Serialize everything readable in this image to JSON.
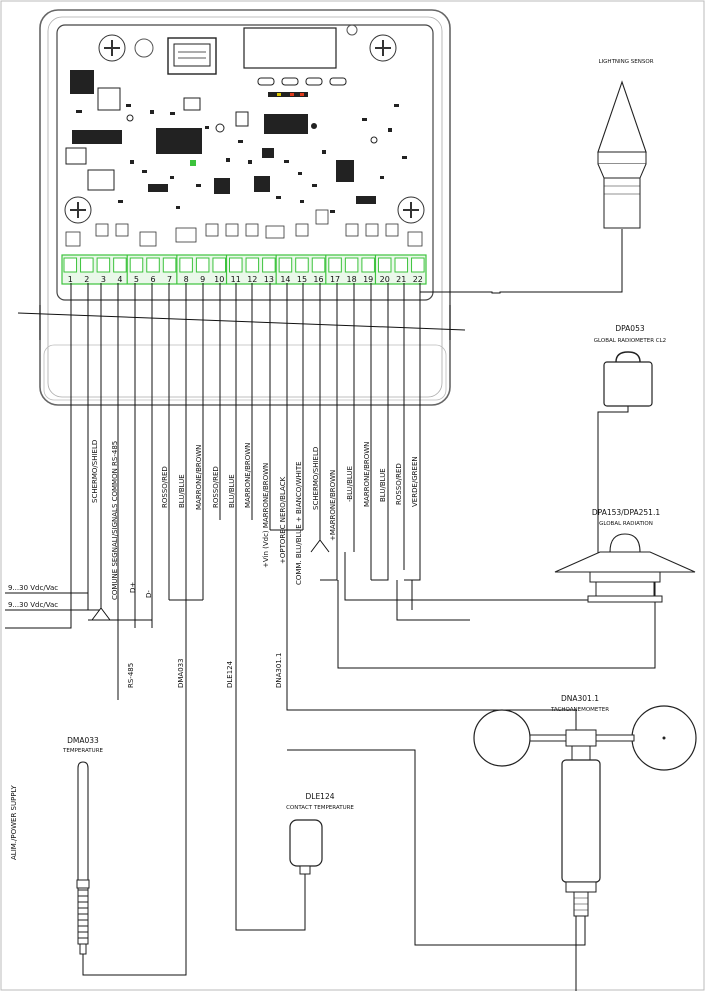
{
  "terminals": [
    "1",
    "2",
    "3",
    "4",
    "5",
    "6",
    "7",
    "8",
    "9",
    "10",
    "11",
    "12",
    "13",
    "14",
    "15",
    "16",
    "17",
    "18",
    "19",
    "20",
    "21",
    "22"
  ],
  "wire_labels": [
    "SCHERMO/SHIELD",
    "COMUNE SEGNALI/SIGNALS COMMON RS-485",
    "D+",
    "D-",
    "ROSSO/RED",
    "BLU/BLUE",
    "MARRONE/BROWN",
    "ROSSO/RED",
    "BLU/BLUE",
    "MARRONE/BROWN",
    "+Vin (Vdc) MARRONE/BROWN",
    "+OPTOREC NERO/BLACK",
    "COMM. BLU/BLUE + BIANCO/WHITE",
    "SCHERMO/SHIELD",
    "+MARRONE/BROWN",
    "-BLU/BLUE",
    "MARRONE/BROWN",
    "BLU/BLUE",
    "ROSSO/RED",
    "VERDE/GREEN"
  ],
  "supply": {
    "line1": "9...30 Vdc/Vac",
    "line2": "9...30 Vdc/Vac",
    "side_label": "ALIM./POWER SUPPLY"
  },
  "cable_labels": [
    "RS-485",
    "DMA033",
    "DLE124",
    "DNA301.1"
  ],
  "sensors": {
    "lightning": {
      "title": "LIGHTNING SENSOR"
    },
    "dpa053": {
      "title": "DPA053",
      "subtitle": "GLOBAL RADIOMETER CL2"
    },
    "dpa153": {
      "title": "DPA153/DPA251.1",
      "subtitle": "GLOBAL RADIATION"
    },
    "dna301": {
      "title": "DNA301.1",
      "subtitle": "TACHOANEMOMETER"
    },
    "dma033": {
      "title": "DMA033",
      "subtitle": "TEMPERATURE"
    },
    "dle124": {
      "title": "DLE124",
      "subtitle": "CONTACT TEMPERATURE"
    }
  },
  "colors": {
    "terminal_green": "#3cc33c",
    "line": "#111111",
    "board": "#555555"
  }
}
